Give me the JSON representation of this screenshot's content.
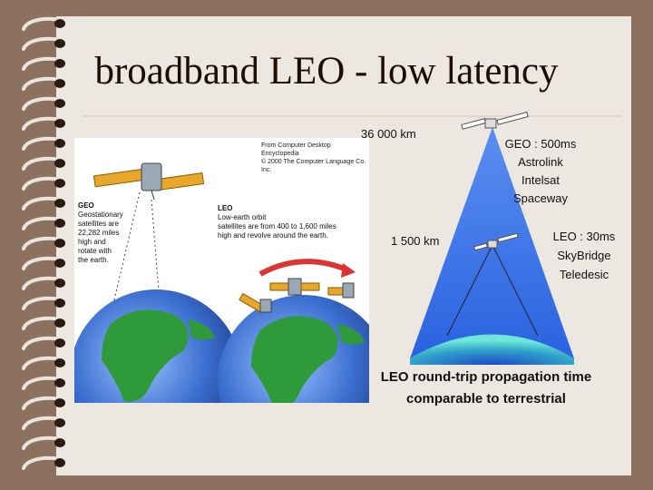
{
  "title": "broadband LEO - low latency",
  "left_figure": {
    "credit_line1": "From Computer Desktop Encyclopedia",
    "credit_line2": "© 2000 The Computer Language Co. Inc.",
    "geo_heading": "GEO",
    "geo_lines": [
      "Geostationary",
      "satellites are",
      "22,282 miles",
      "high and",
      "rotate with",
      "the earth."
    ],
    "leo_heading": "LEO",
    "leo_lines": [
      "Low-earth orbit",
      "satellites are from 400 to 1,600 miles",
      "high and revolve around the earth."
    ]
  },
  "diagram": {
    "geo_altitude": "36 000 km",
    "leo_altitude": "1 500 km",
    "geo_latency": "GEO : 500ms",
    "geo_systems": [
      "Astrolink",
      "Intelsat",
      "Spaceway"
    ],
    "leo_latency": "LEO : 30ms",
    "leo_systems": [
      "SkyBridge",
      "Teledesic"
    ]
  },
  "caption": {
    "line1": "LEO round-trip propagation time",
    "line2": "comparable to terrestrial"
  },
  "colors": {
    "background": "#8b715e",
    "paper": "#ece7e1",
    "title_text": "#1d0e04",
    "cone_blue": "#5a8ef0",
    "globe_blue": "#3b6fd0",
    "land_green": "#2f9a3a"
  },
  "icons": [
    "spiral-binding-icon",
    "satellite-icon",
    "globe-icon",
    "orbit-arrow-icon"
  ]
}
